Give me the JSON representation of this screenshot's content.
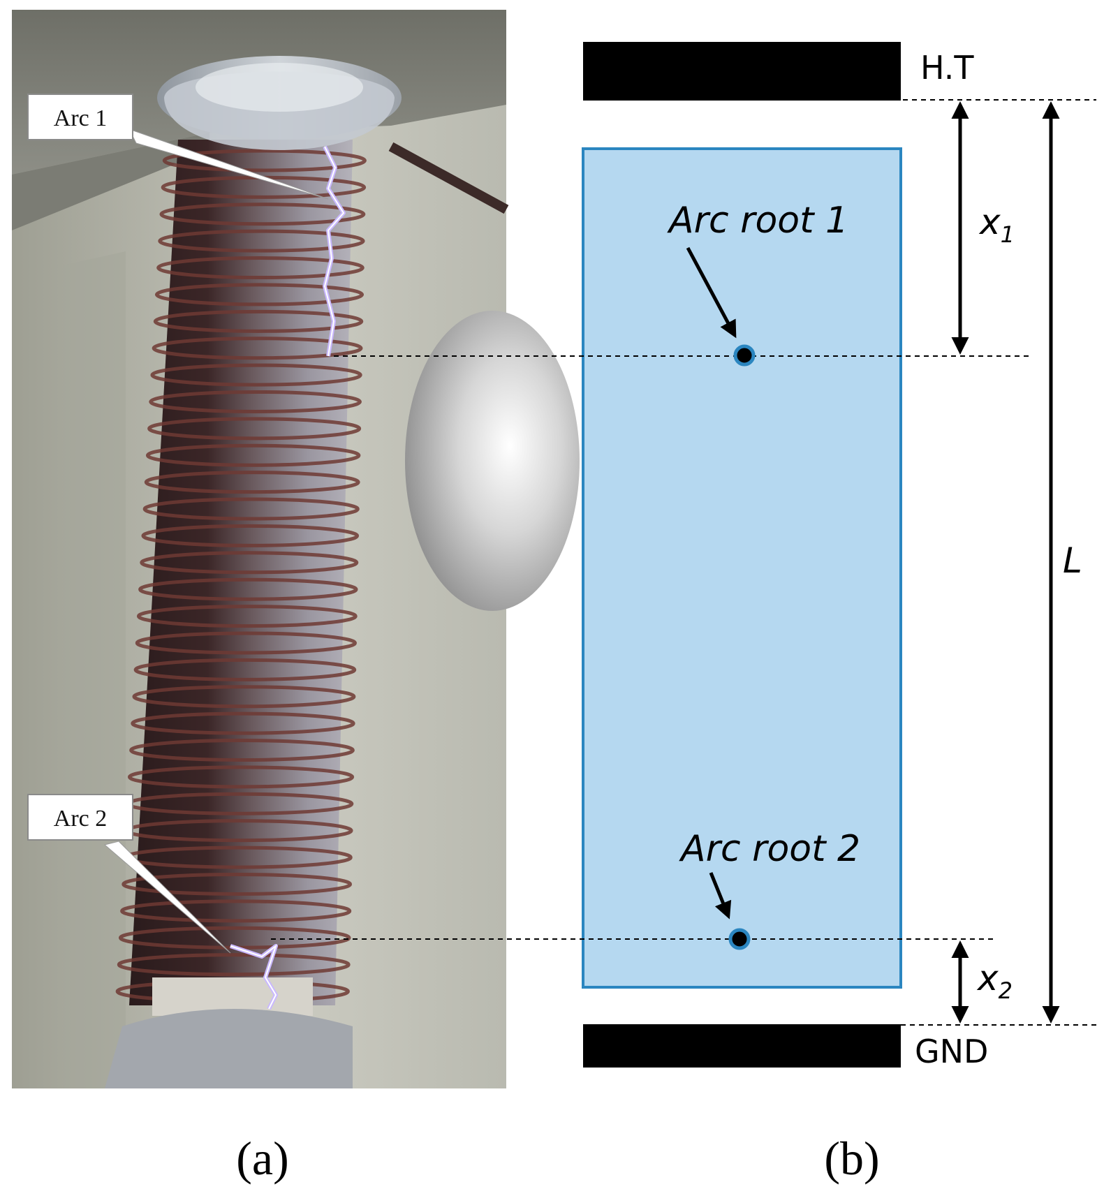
{
  "panel_a": {
    "label": "(a)",
    "callouts": [
      {
        "text": "Arc 1"
      },
      {
        "text": "Arc 2"
      }
    ]
  },
  "panel_b": {
    "label": "(b)",
    "top_electrode": "H.T",
    "bottom_electrode": "GND",
    "arc_root_1": "Arc root 1",
    "arc_root_2": "Arc root 2",
    "dim_x1": {
      "base": "x",
      "sub": "1"
    },
    "dim_x2": {
      "base": "x",
      "sub": "2"
    },
    "dim_L": "L"
  },
  "colors": {
    "electrode": "#000000",
    "insulator_fill": "#b5d8f0",
    "insulator_stroke": "#2b86c0",
    "root_dot_stroke": "#2b86c0",
    "arc_glow": "#c9b8ff"
  }
}
